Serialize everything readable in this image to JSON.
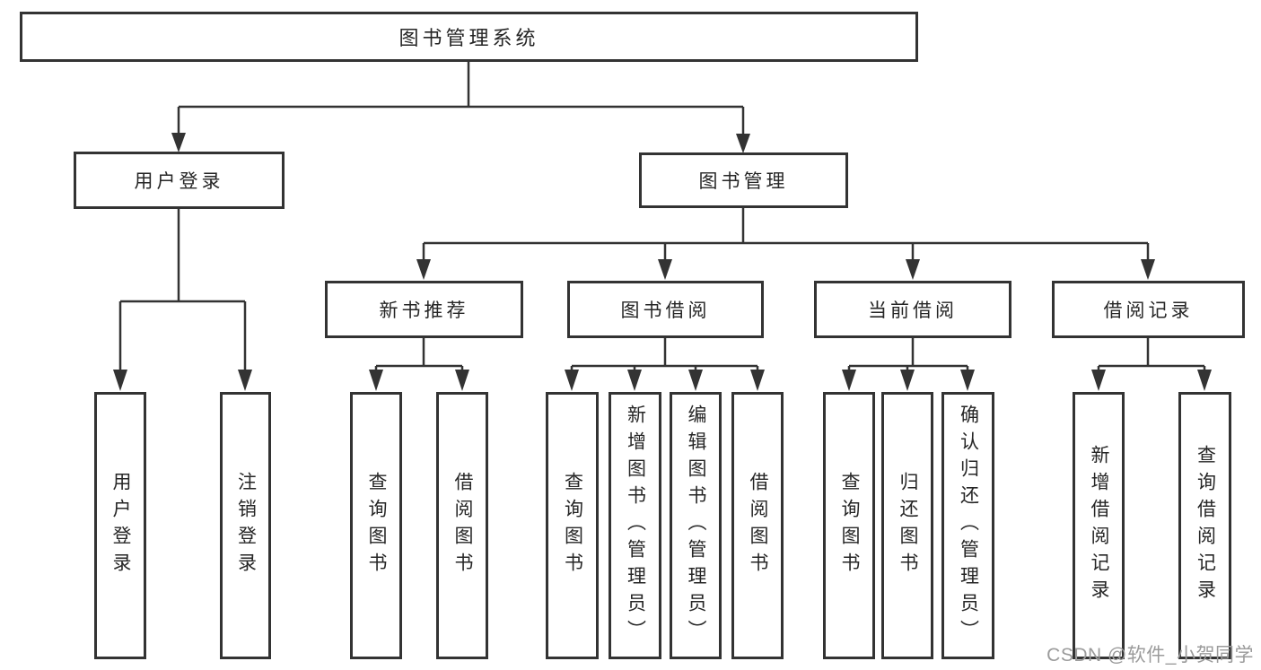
{
  "diagram": {
    "root": {
      "label": "图书管理系统"
    },
    "branches": [
      {
        "label": "用户登录",
        "children": [
          {
            "label": "用户登录"
          },
          {
            "label": "注销登录"
          }
        ]
      },
      {
        "label": "图书管理",
        "children": [
          {
            "label": "新书推荐",
            "children": [
              {
                "label": "查询图书"
              },
              {
                "label": "借阅图书"
              }
            ]
          },
          {
            "label": "图书借阅",
            "children": [
              {
                "label": "查询图书"
              },
              {
                "label": "新增图书（管理员）"
              },
              {
                "label": "编辑图书（管理员）"
              },
              {
                "label": "借阅图书"
              }
            ]
          },
          {
            "label": "当前借阅",
            "children": [
              {
                "label": "查询图书"
              },
              {
                "label": "归还图书"
              },
              {
                "label": "确认归还（管理员）"
              }
            ]
          },
          {
            "label": "借阅记录",
            "children": [
              {
                "label": "新增借阅记录"
              },
              {
                "label": "查询借阅记录"
              }
            ]
          }
        ]
      }
    ]
  },
  "watermark": {
    "text": "CSDN @软件_小贺同学"
  },
  "colors": {
    "line": "#333333",
    "text": "#262626",
    "background": "#ffffff",
    "watermark": "#9b9b9b"
  }
}
